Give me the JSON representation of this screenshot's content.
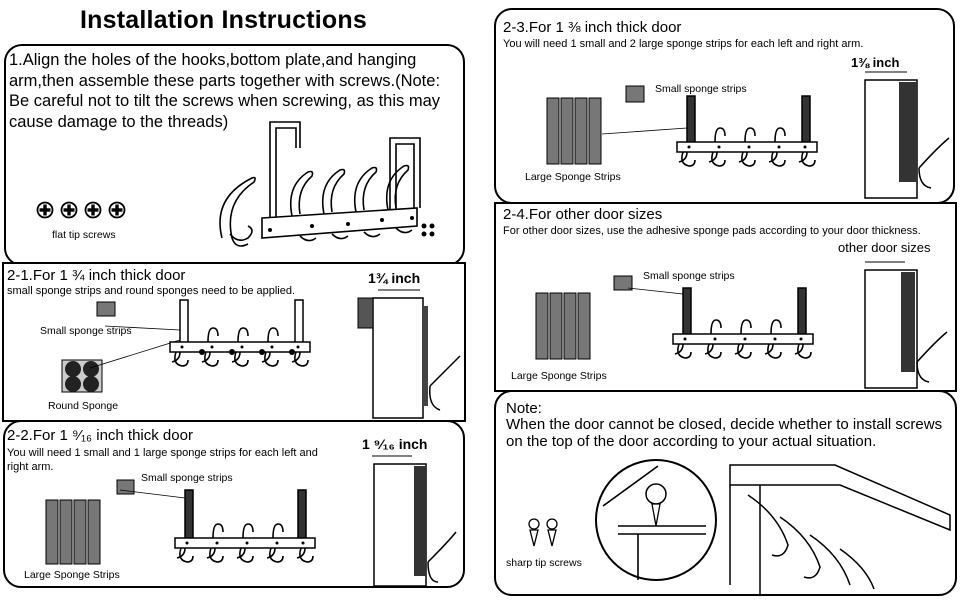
{
  "title": "Installation Instructions",
  "step1": {
    "text": "1.Align the holes of the hooks,bottom plate,and hanging arm,then assemble these parts together with screws.(Note: Be careful not to tilt the screws when screwing, as this may cause damage to the threads)",
    "screws_label": "flat tip screws"
  },
  "step2_1": {
    "heading": "2-1.For 1 ¾ inch thick door",
    "text": "small sponge strips and round sponges need to be applied.",
    "small_label": "Small sponge strips",
    "round_label": "Round Sponge",
    "measure": "1¾ inch"
  },
  "step2_2": {
    "heading": "2-2.For 1 ⁹⁄₁₆ inch thick door",
    "text": "You will need 1 small and 1 large sponge strips for each left  and right arm.",
    "small_label": "Small sponge strips",
    "large_label": "Large Sponge Strips",
    "measure": "1 ⁹⁄₁₆ inch"
  },
  "step2_3": {
    "heading": "2-3.For 1 ⅜ inch thick door",
    "text": "You will need 1 small and 2 large sponge strips for each left and right arm.",
    "small_label": "Small sponge strips",
    "large_label": "Large Sponge Strips",
    "measure": "1⅜ inch"
  },
  "step2_4": {
    "heading": "2-4.For other door sizes",
    "text": "For other door sizes, use the adhesive sponge pads according to your door thickness.",
    "small_label": "Small sponge strips",
    "large_label": "Large Sponge Strips",
    "measure": "other door sizes"
  },
  "note": {
    "heading": "Note:",
    "text": "When the door cannot be closed, decide whether to install screws on the top of the door according to your actual situation.",
    "screws_label": "sharp tip screws"
  }
}
